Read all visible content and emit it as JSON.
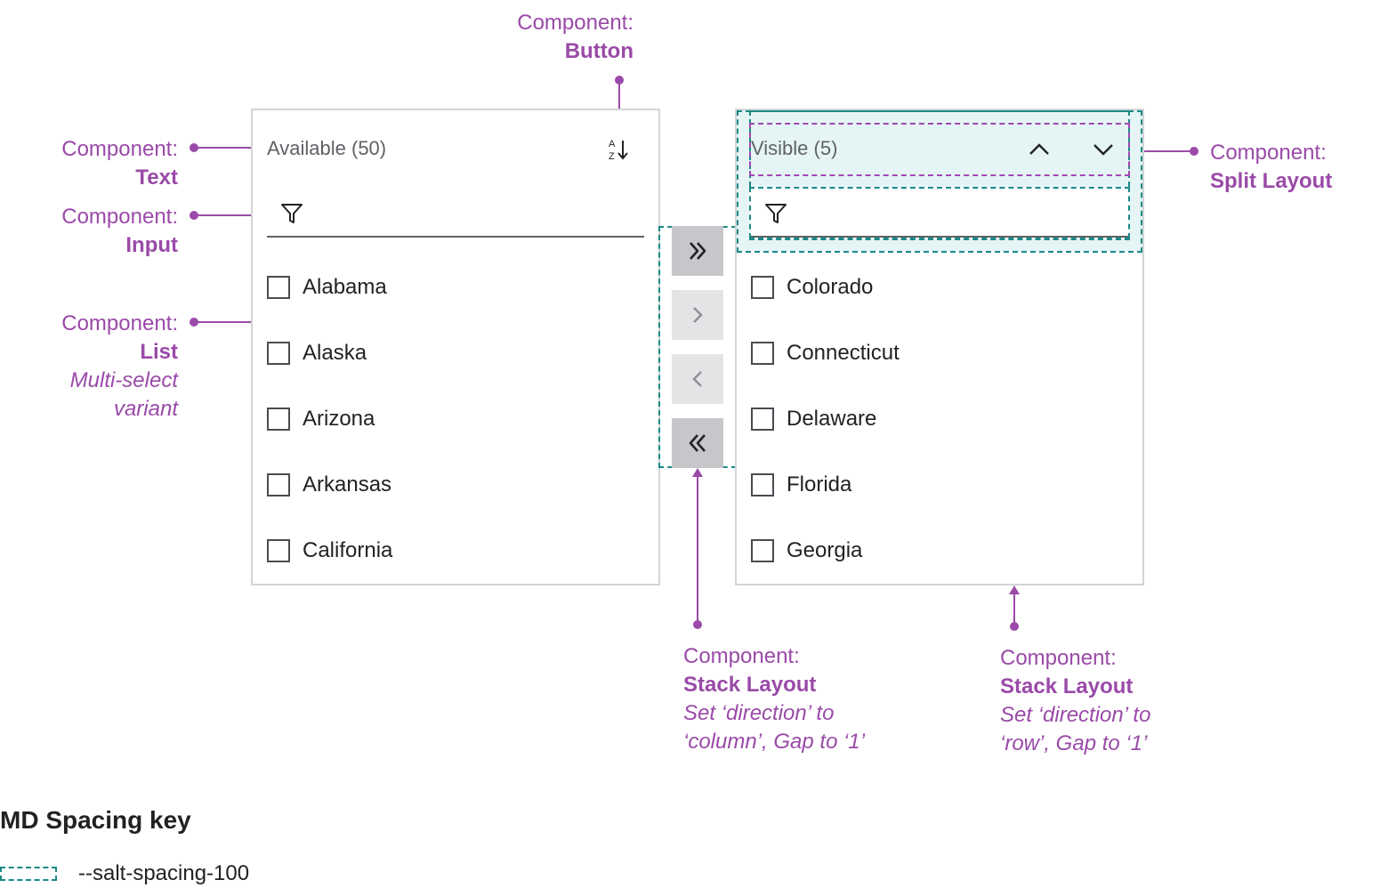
{
  "annotations": {
    "button": {
      "label": "Component:",
      "name": "Button"
    },
    "text": {
      "label": "Component:",
      "name": "Text"
    },
    "input": {
      "label": "Component:",
      "name": "Input"
    },
    "list": {
      "label": "Component:",
      "name": "List",
      "note1": "Multi-select",
      "note2": "variant"
    },
    "split": {
      "label": "Component:",
      "name": "Split Layout"
    },
    "stack_col": {
      "label": "Component:",
      "name": "Stack Layout",
      "note1": "Set ‘direction’ to",
      "note2": "‘column’, Gap to ‘1’"
    },
    "stack_row": {
      "label": "Component:",
      "name": "Stack Layout",
      "note1": "Set ‘direction’ to",
      "note2": "‘row’, Gap to ‘1’"
    }
  },
  "left_panel": {
    "title": "Available (50)",
    "sort_icon": "sort-az-icon",
    "filter_icon": "filter-icon",
    "items": [
      "Alabama",
      "Alaska",
      "Arizona",
      "Arkansas",
      "California"
    ]
  },
  "right_panel": {
    "title": "Visible (5)",
    "up_icon": "chevron-up-icon",
    "down_icon": "chevron-down-icon",
    "filter_icon": "filter-icon",
    "items": [
      "Colorado",
      "Connecticut",
      "Delaware",
      "Florida",
      "Georgia"
    ]
  },
  "transfer_buttons": [
    "move-all-right-icon",
    "move-right-icon",
    "move-left-icon",
    "move-all-left-icon"
  ],
  "key": {
    "title": "MD Spacing key",
    "item": "--salt-spacing-100"
  },
  "colors": {
    "accent": "#9a4aa8",
    "spacing": "#1a8a86",
    "button_bg": "#c5c7cb",
    "button_bg_disabled": "#e3e4e6"
  }
}
